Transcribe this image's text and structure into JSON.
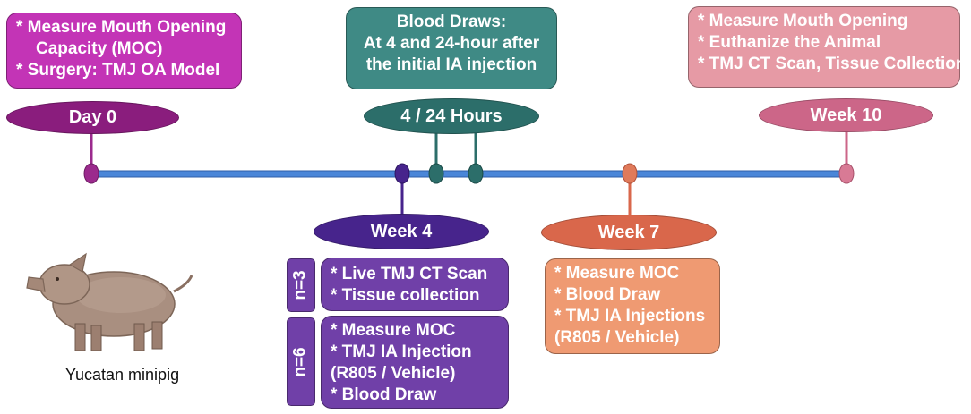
{
  "colors": {
    "day0": "#9b2a8d",
    "day0_box": "#c334b6",
    "hours": "#2c6e6a",
    "hours_box": "#3f8a85",
    "week4": "#47248c",
    "week4_box": "#7040a8",
    "week7": "#d9674b",
    "week7_box": "#ef9a72",
    "week10": "#cc6688",
    "week10_box": "#e69aa5",
    "timeline": "#4a86d8"
  },
  "events": {
    "day0": {
      "label": "Day 0",
      "box_lines": [
        "* Measure Mouth Opening",
        "Capacity (MOC)",
        "* Surgery: TMJ OA Model"
      ]
    },
    "hours": {
      "label": "4 / 24 Hours",
      "box_lines": [
        "Blood Draws:",
        "At 4 and 24-hour after",
        "the initial IA injection"
      ]
    },
    "week4": {
      "label": "Week 4",
      "group_a": {
        "n_label": "n=3",
        "lines": [
          "* Live TMJ CT Scan",
          "* Tissue collection"
        ]
      },
      "group_b": {
        "n_label": "n=6",
        "lines": [
          "* Measure MOC",
          "* TMJ IA Injection",
          "(R805 / Vehicle)",
          "* Blood Draw"
        ]
      }
    },
    "week7": {
      "label": "Week 7",
      "box_lines": [
        "* Measure MOC",
        "* Blood Draw",
        "* TMJ IA Injections",
        "(R805 / Vehicle)"
      ]
    },
    "week10": {
      "label": "Week 10",
      "box_lines": [
        "* Measure Mouth Opening",
        "* Euthanize the Animal",
        "* TMJ CT Scan, Tissue Collection"
      ]
    }
  },
  "animal": {
    "icon": "pig-icon",
    "caption": "Yucatan minipig"
  }
}
